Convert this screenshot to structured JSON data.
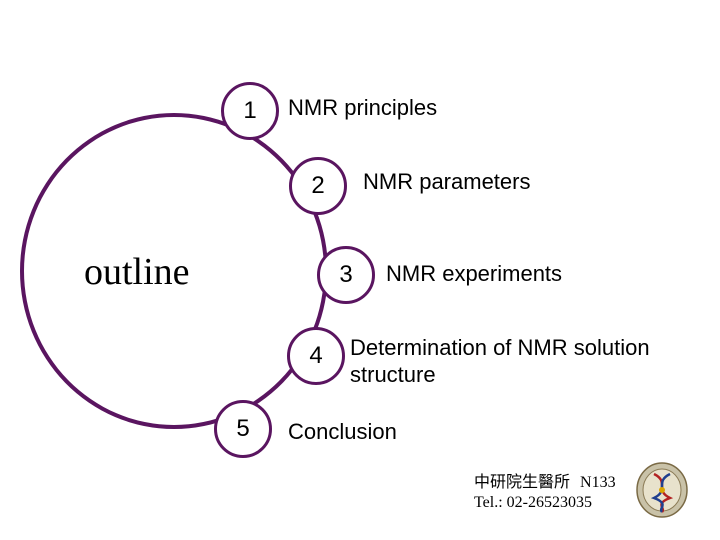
{
  "center_label": "outline",
  "items": [
    {
      "number": "1",
      "label": "NMR principles"
    },
    {
      "number": "2",
      "label": "NMR parameters"
    },
    {
      "number": "3",
      "label": "NMR experiments"
    },
    {
      "number": "4",
      "label_line1": "Determination of NMR solution",
      "label_line2": "structure"
    },
    {
      "number": "5",
      "label": "Conclusion"
    }
  ],
  "footer": {
    "line1_cn": "中研院生醫所",
    "line1_code": "N133",
    "line2": "Tel.: 02-26523035"
  },
  "logo_icon": "institute-seal-icon",
  "colors": {
    "accent": "#5a1560"
  }
}
